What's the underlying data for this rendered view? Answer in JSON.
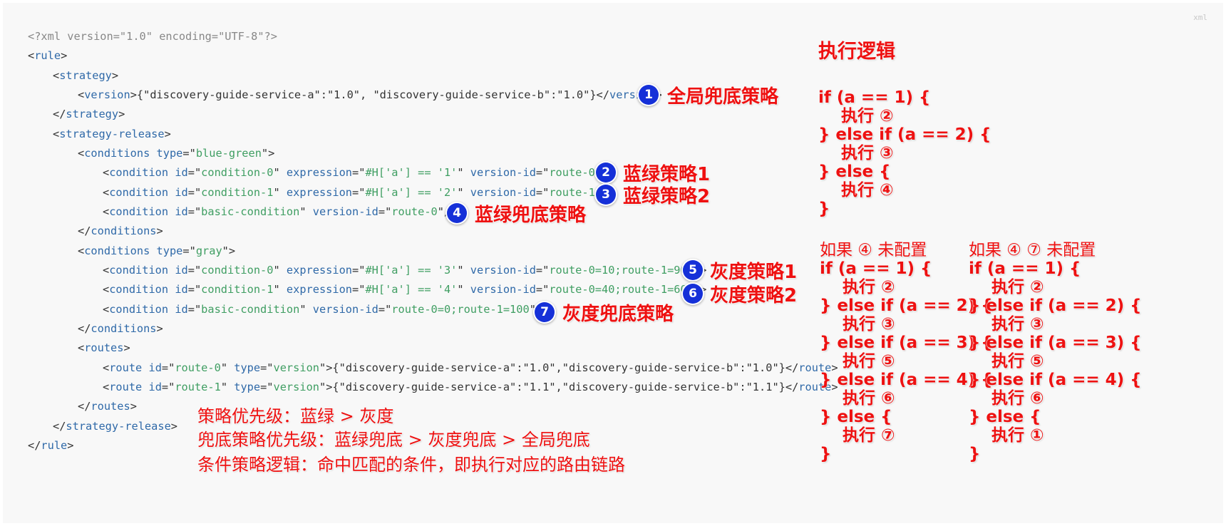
{
  "lang_label": "xml",
  "code": {
    "l1": {
      "text": "<?xml version=\"1.0\" encoding=\"UTF-8\"?>"
    },
    "l2": {
      "open": "<",
      "tag": "rule",
      "close": ">"
    },
    "l3": {
      "open": "<",
      "tag": "strategy",
      "close": ">"
    },
    "l4": {
      "open": "<",
      "tag": "version",
      "mid": ">{\"discovery-guide-service-a\":\"1.0\", \"discovery-guide-service-b\":\"1.0\"}</",
      "tag2": "version",
      "close": ">"
    },
    "l5": {
      "open": "</",
      "tag": "strategy",
      "close": ">"
    },
    "l6": {
      "open": "<",
      "tag": "strategy-release",
      "close": ">"
    },
    "l7": {
      "open": "<",
      "tag": "conditions",
      "attr1": " type",
      "eq1": "=\"",
      "val1": "blue-green",
      "close": "\">"
    },
    "l8": {
      "open": "<",
      "tag": "condition",
      "attr1": " id",
      "eq1": "=\"",
      "val1": "condition-0",
      "q1": "\"",
      "attr2": " expression",
      "eq2": "=\"",
      "val2": "#H['a'] == '1'",
      "q2": "\"",
      "attr3": " version-id",
      "eq3": "=\"",
      "val3": "route-0",
      "close": "\"/>"
    },
    "l9": {
      "open": "<",
      "tag": "condition",
      "attr1": " id",
      "eq1": "=\"",
      "val1": "condition-1",
      "q1": "\"",
      "attr2": " expression",
      "eq2": "=\"",
      "val2": "#H['a'] == '2'",
      "q2": "\"",
      "attr3": " version-id",
      "eq3": "=\"",
      "val3": "route-1",
      "close": "\"/>"
    },
    "l10": {
      "open": "<",
      "tag": "condition",
      "attr1": " id",
      "eq1": "=\"",
      "val1": "basic-condition",
      "q1": "\"",
      "attr3": " version-id",
      "eq3": "=\"",
      "val3": "route-0",
      "close": "\"/>"
    },
    "l11": {
      "open": "</",
      "tag": "conditions",
      "close": ">"
    },
    "l12": {
      "open": "<",
      "tag": "conditions",
      "attr1": " type",
      "eq1": "=\"",
      "val1": "gray",
      "close": "\">"
    },
    "l13": {
      "open": "<",
      "tag": "condition",
      "attr1": " id",
      "eq1": "=\"",
      "val1": "condition-0",
      "q1": "\"",
      "attr2": " expression",
      "eq2": "=\"",
      "val2": "#H['a'] == '3'",
      "q2": "\"",
      "attr3": " version-id",
      "eq3": "=\"",
      "val3": "route-0=10;route-1=90",
      "close": "\"/>"
    },
    "l14": {
      "open": "<",
      "tag": "condition",
      "attr1": " id",
      "eq1": "=\"",
      "val1": "condition-1",
      "q1": "\"",
      "attr2": " expression",
      "eq2": "=\"",
      "val2": "#H['a'] == '4'",
      "q2": "\"",
      "attr3": " version-id",
      "eq3": "=\"",
      "val3": "route-0=40;route-1=60",
      "close": "\"/>"
    },
    "l15": {
      "open": "<",
      "tag": "condition",
      "attr1": " id",
      "eq1": "=\"",
      "val1": "basic-condition",
      "q1": "\"",
      "attr3": " version-id",
      "eq3": "=\"",
      "val3": "route-0=0;route-1=100",
      "close": "\"/>"
    },
    "l16": {
      "open": "</",
      "tag": "conditions",
      "close": ">"
    },
    "l17": {
      "open": "<",
      "tag": "routes",
      "close": ">"
    },
    "l18": {
      "open": "<",
      "tag": "route",
      "attr1": " id",
      "eq1": "=\"",
      "val1": "route-0",
      "q1": "\"",
      "attr2": " type",
      "eq2": "=\"",
      "val2": "version",
      "mid": "\">{\"discovery-guide-service-a\":\"1.0\",\"discovery-guide-service-b\":\"1.0\"}</",
      "tag2": "route",
      "close": ">"
    },
    "l19": {
      "open": "<",
      "tag": "route",
      "attr1": " id",
      "eq1": "=\"",
      "val1": "route-1",
      "q1": "\"",
      "attr2": " type",
      "eq2": "=\"",
      "val2": "version",
      "mid": "\">{\"discovery-guide-service-a\":\"1.1\",\"discovery-guide-service-b\":\"1.1\"}</",
      "tag2": "route",
      "close": ">"
    },
    "l20": {
      "open": "</",
      "tag": "routes",
      "close": ">"
    },
    "l21": {
      "open": "</",
      "tag": "strategy-release",
      "close": ">"
    },
    "l22": {
      "open": "</",
      "tag": "rule",
      "close": ">"
    }
  },
  "annotations": {
    "a1": {
      "num": "1",
      "label": "全局兜底策略"
    },
    "a2": {
      "num": "2",
      "label": "蓝绿策略1"
    },
    "a3": {
      "num": "3",
      "label": "蓝绿策略2"
    },
    "a4": {
      "num": "4",
      "label": "蓝绿兜底策略"
    },
    "a5": {
      "num": "5",
      "label": "灰度策略1"
    },
    "a6": {
      "num": "6",
      "label": "灰度策略2"
    },
    "a7": {
      "num": "7",
      "label": "灰度兜底策略"
    }
  },
  "notes": {
    "n1": "策略优先级：蓝绿 > 灰度",
    "n2": "兜底策略优先级：蓝绿兜底  > 灰度兜底 > 全局兜底",
    "n3": "条件策略逻辑：命中匹配的条件，即执行对应的路由链路"
  },
  "logic": {
    "title": "执行逻辑",
    "main": {
      "lines": [
        "if (a == 1) {",
        "    执行 ②",
        "} else if (a == 2) {",
        "    执行 ③",
        "} else {",
        "    执行 ④",
        "}"
      ]
    },
    "left": {
      "heading": "如果 ④ 未配置",
      "lines": [
        "if (a == 1) {",
        "    执行 ②",
        "} else if (a == 2) {",
        "    执行 ③",
        "} else if (a == 3) {",
        "    执行 ⑤",
        "} else if (a == 4) {",
        "    执行 ⑥",
        "} else {",
        "    执行 ⑦",
        "}"
      ]
    },
    "right": {
      "heading": "如果 ④ ⑦ 未配置",
      "lines": [
        "if (a == 1) {",
        "    执行 ②",
        "} else if (a == 2) {",
        "    执行 ③",
        "} else if (a == 3) {",
        "    执行 ⑤",
        "} else if (a == 4) {",
        "    执行 ⑥",
        "} else {",
        "    执行 ①",
        "}"
      ]
    }
  }
}
